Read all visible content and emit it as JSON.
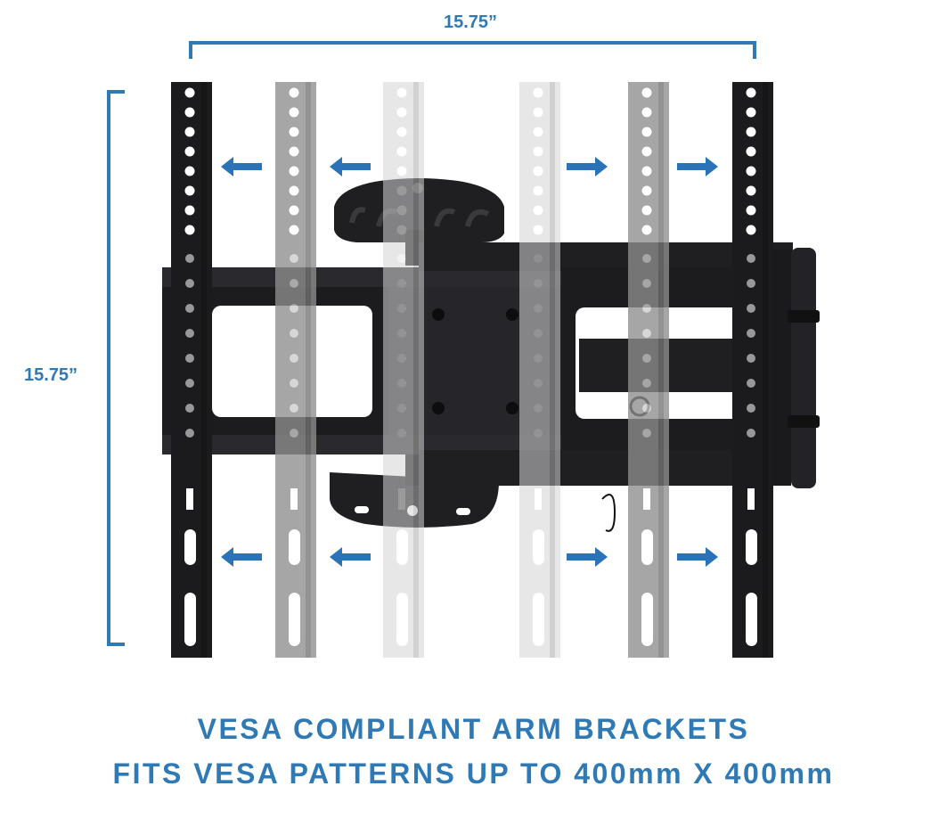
{
  "dimensions": {
    "width_label": "15.75”",
    "height_label": "15.75”",
    "line_color": "#2f79b5"
  },
  "caption": {
    "line1": "VESA COMPLIANT ARM BRACKETS",
    "line2": "FITS VESA PATTERNS UP TO 400mm X 400mm",
    "color": "#2f79b5"
  },
  "icons": {
    "arrow_color": "#2a73b8",
    "arrows": [
      "arrow-left-icon",
      "arrow-right-icon"
    ]
  },
  "colors": {
    "bracket_dark": "#1b1b1d",
    "bracket_mid": "#8e8e8e",
    "bracket_light": "#d4d4d4",
    "mount_body": "#1f1f22"
  }
}
